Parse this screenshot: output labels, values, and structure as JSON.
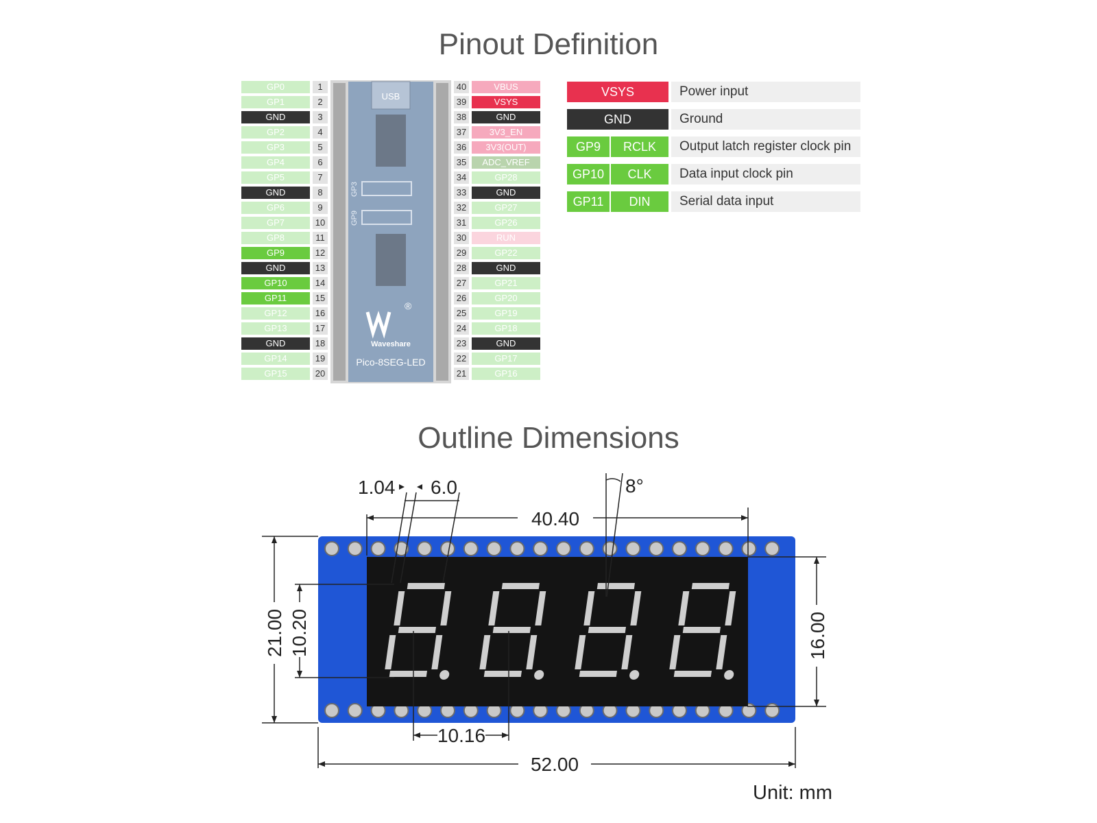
{
  "pinout_title": "Pinout Definition",
  "outline_title": "Outline Dimensions",
  "board": {
    "usb_label": "USB",
    "brand": "Waveshare",
    "model": "Pico-8SEG-LED",
    "silk_gp3": "GP3",
    "silk_gp9": "GP9",
    "registered_mark": "®"
  },
  "left_pins": [
    {
      "name": "GP0",
      "num": "1",
      "style": "green"
    },
    {
      "name": "GP1",
      "num": "2",
      "style": "green"
    },
    {
      "name": "GND",
      "num": "3",
      "style": "gnd"
    },
    {
      "name": "GP2",
      "num": "4",
      "style": "green"
    },
    {
      "name": "GP3",
      "num": "5",
      "style": "green"
    },
    {
      "name": "GP4",
      "num": "6",
      "style": "green"
    },
    {
      "name": "GP5",
      "num": "7",
      "style": "green"
    },
    {
      "name": "GND",
      "num": "8",
      "style": "gnd"
    },
    {
      "name": "GP6",
      "num": "9",
      "style": "green"
    },
    {
      "name": "GP7",
      "num": "10",
      "style": "green"
    },
    {
      "name": "GP8",
      "num": "11",
      "style": "green"
    },
    {
      "name": "GP9",
      "num": "12",
      "style": "active"
    },
    {
      "name": "GND",
      "num": "13",
      "style": "gnd"
    },
    {
      "name": "GP10",
      "num": "14",
      "style": "active"
    },
    {
      "name": "GP11",
      "num": "15",
      "style": "active"
    },
    {
      "name": "GP12",
      "num": "16",
      "style": "green"
    },
    {
      "name": "GP13",
      "num": "17",
      "style": "green"
    },
    {
      "name": "GND",
      "num": "18",
      "style": "gnd"
    },
    {
      "name": "GP14",
      "num": "19",
      "style": "green"
    },
    {
      "name": "GP15",
      "num": "20",
      "style": "green"
    }
  ],
  "right_pins": [
    {
      "name": "VBUS",
      "num": "40",
      "style": "pink"
    },
    {
      "name": "VSYS",
      "num": "39",
      "style": "red"
    },
    {
      "name": "GND",
      "num": "38",
      "style": "gnd"
    },
    {
      "name": "3V3_EN",
      "num": "37",
      "style": "pink"
    },
    {
      "name": "3V3(OUT)",
      "num": "36",
      "style": "pink"
    },
    {
      "name": "ADC_VREF",
      "num": "35",
      "style": "sage"
    },
    {
      "name": "GP28",
      "num": "34",
      "style": "green"
    },
    {
      "name": "GND",
      "num": "33",
      "style": "gnd"
    },
    {
      "name": "GP27",
      "num": "32",
      "style": "green"
    },
    {
      "name": "GP26",
      "num": "31",
      "style": "green"
    },
    {
      "name": "RUN",
      "num": "30",
      "style": "lpink"
    },
    {
      "name": "GP22",
      "num": "29",
      "style": "green"
    },
    {
      "name": "GND",
      "num": "28",
      "style": "gnd"
    },
    {
      "name": "GP21",
      "num": "27",
      "style": "green"
    },
    {
      "name": "GP20",
      "num": "26",
      "style": "green"
    },
    {
      "name": "GP19",
      "num": "25",
      "style": "green"
    },
    {
      "name": "GP18",
      "num": "24",
      "style": "green"
    },
    {
      "name": "GND",
      "num": "23",
      "style": "gnd"
    },
    {
      "name": "GP17",
      "num": "22",
      "style": "green"
    },
    {
      "name": "GP16",
      "num": "21",
      "style": "green"
    }
  ],
  "legend": [
    {
      "label": "VSYS",
      "desc": "Power input",
      "color": "#e8314f"
    },
    {
      "label": "GND",
      "desc": "Ground",
      "color": "#333333"
    },
    {
      "gp": "GP9",
      "label": "RCLK",
      "desc": "Output latch register clock pin",
      "color": "#6acb3f"
    },
    {
      "gp": "GP10",
      "label": "CLK",
      "desc": "Data input clock pin",
      "color": "#6acb3f"
    },
    {
      "gp": "GP11",
      "label": "DIN",
      "desc": "Serial data input",
      "color": "#6acb3f"
    }
  ],
  "dimensions": {
    "d_1_04": "1.04",
    "d_6_0": "6.0",
    "d_8deg": "8°",
    "d_40_40": "40.40",
    "d_21_00": "21.00",
    "d_10_20": "10.20",
    "d_16_00": "16.00",
    "d_10_16": "10.16",
    "d_52_00": "52.00",
    "unit": "Unit: mm"
  },
  "colors": {
    "pcb_blue": "#1f56d6",
    "display_black": "#141414",
    "segment": "#cfcfcf"
  }
}
